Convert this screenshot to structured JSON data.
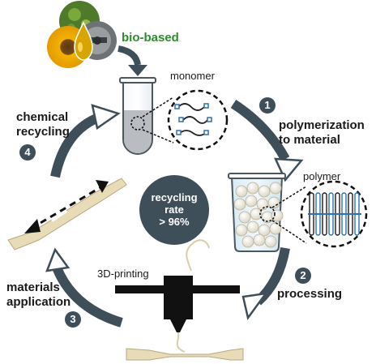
{
  "labels": {
    "bio_based": "bio-based",
    "monomer": "monomer",
    "polymer": "polymer",
    "step1_line1": "polymerization",
    "step1_line2": "to material",
    "step2": "processing",
    "step3_line1": "materials",
    "step3_line2": "application",
    "step4_line1": "chemical",
    "step4_line2": "recycling",
    "printing": "3D-printing"
  },
  "steps": [
    "1",
    "2",
    "3",
    "4"
  ],
  "center": {
    "line1": "recycling",
    "line2": "rate",
    "line3": "> 96%"
  },
  "colors": {
    "cycle_arrow": "#3f4f5a",
    "green_text": "#2e8b2e",
    "specimen": "#e8dcb8",
    "link_blue": "#2e6fb5"
  }
}
